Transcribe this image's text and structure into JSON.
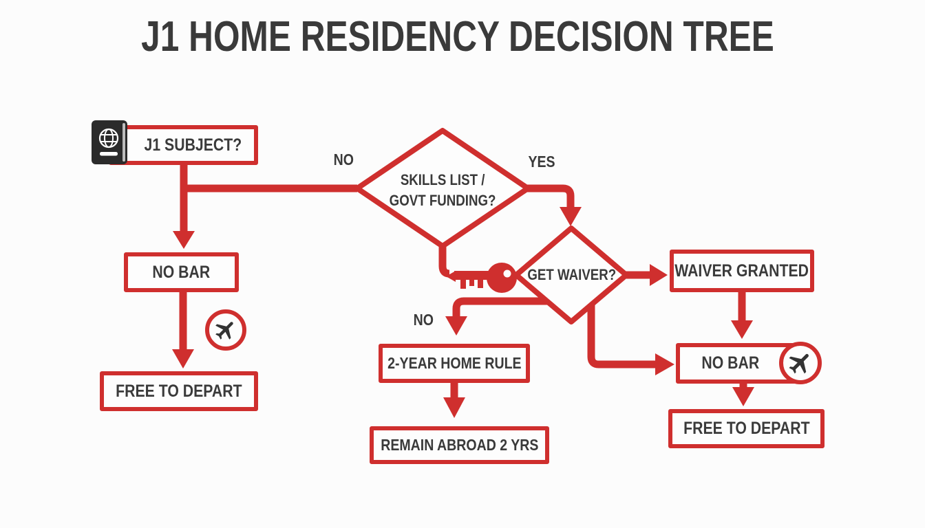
{
  "title": "J1 HOME RESIDENCY DECISION TREE",
  "colors": {
    "red": "#cf2f2e",
    "text": "#3a3a3a",
    "bg": "#fcfcfc",
    "dark": "#2b2b2b",
    "node-bg": "#fdfdfd"
  },
  "nodes": {
    "j1_subject": {
      "label": "J1 SUBJECT?"
    },
    "skills_diamond": {
      "line1": "SKILLS LIST /",
      "line2": "GOVT FUNDING?"
    },
    "no_bar_left": {
      "label": "NO BAR"
    },
    "free_to_depart_left": {
      "label": "FREE TO DEPART"
    },
    "get_waiver_diamond": {
      "label": "GET WAIVER?"
    },
    "waiver_granted": {
      "label": "WAIVER GRANTED"
    },
    "two_year_home_rule": {
      "label": "2-YEAR HOME RULE"
    },
    "remain_abroad": {
      "label": "REMAIN ABROAD 2 YRS"
    },
    "no_bar_right": {
      "label": "NO BAR"
    },
    "free_to_depart_right": {
      "label": "FREE TO DEPART"
    }
  },
  "edge_labels": {
    "skills_no": "NO",
    "skills_yes": "YES",
    "waiver_no": "NO"
  },
  "icons": {
    "j1_subject_box": "passport-icon",
    "get_waiver_diamond": "key-icon",
    "no_bar_left_path": "airplane-icon",
    "no_bar_right_box": "airplane-icon"
  }
}
